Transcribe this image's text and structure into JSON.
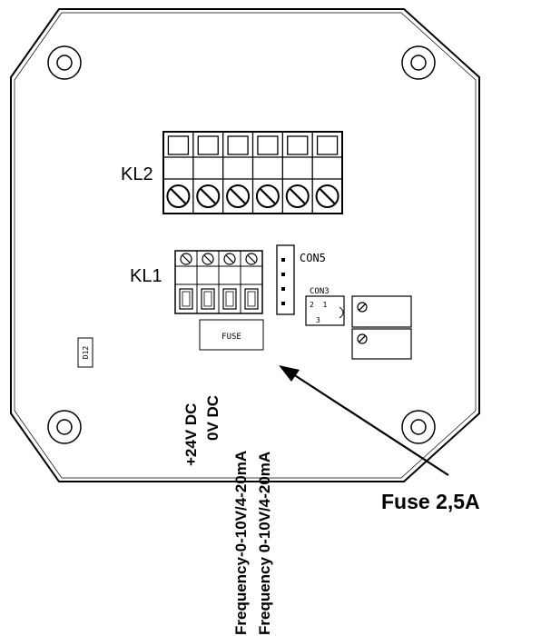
{
  "board": {
    "kl2_label": "KL2",
    "kl1_label": "KL1",
    "con5_label": "CON5",
    "con3_label": "CON3",
    "con3_pins_top": "2  1",
    "con3_pin_bottom": "3",
    "fuse_label": "FUSE",
    "d12_label": "D12"
  },
  "terminals": {
    "kl2_count": 6,
    "kl1_count": 4
  },
  "wires": {
    "w1": "+24V DC",
    "w2": "0V DC",
    "w3": "Frequency-0-10V/4-20mA",
    "w4": "Frequency 0-10V/4-20mA"
  },
  "callout": {
    "text": "Fuse 2,5A"
  }
}
